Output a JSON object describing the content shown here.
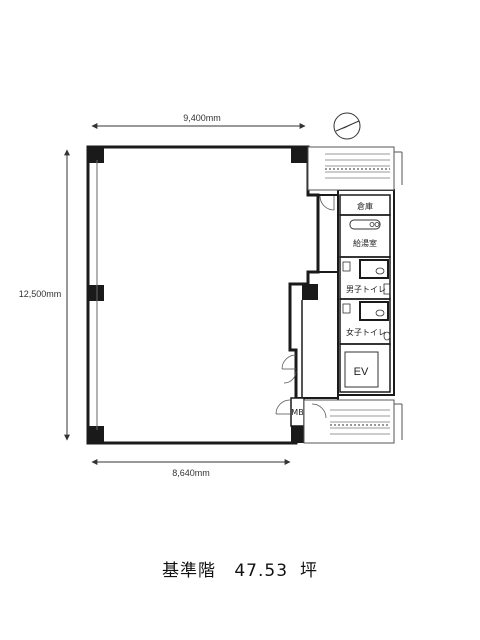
{
  "dimensions": {
    "top": "9,400mm",
    "left": "12,500mm",
    "bottom": "8,640mm"
  },
  "rooms": {
    "storage": "倉庫",
    "kitchenette": "給湯室",
    "mens_toilet": "男子トイレ",
    "womens_toilet": "女子トイレ",
    "elevator": "EV",
    "mb": "MB"
  },
  "caption": {
    "floor": "基準階",
    "area": "47.53",
    "unit": "坪"
  },
  "icons": {
    "compass": "north-arrow-icon"
  },
  "colors": {
    "wall": "#1a1a1a",
    "line": "#444444",
    "background": "#ffffff"
  }
}
